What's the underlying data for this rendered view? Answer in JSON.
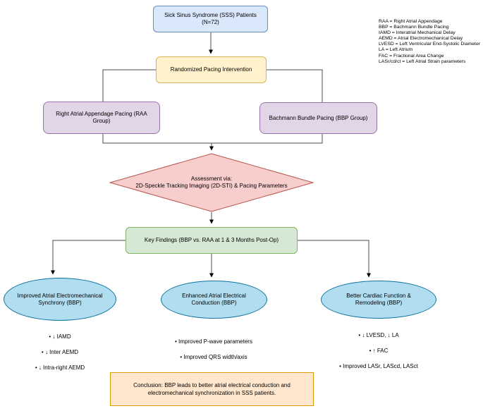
{
  "legend": {
    "lines": [
      "RAA = Right Atrial Appendage",
      "BBP = Bachmann Bundle Pacing",
      "IAMD = Interatrial Mechanical Delay",
      "AEMD = Atrial Electromechanical Delay",
      "LVESD = Left Ventricular End-Systolic Diameter",
      "LA = Left Atrium",
      "FAC = Fractional Area Change",
      "LASr/cd/ct = Left Atrial Strain parameters"
    ]
  },
  "nodes": {
    "patients": {
      "label": "Sick Sinus Syndrome (SSS) Patients\n(N=72)"
    },
    "intervention": {
      "label": "Randomized Pacing Intervention"
    },
    "raa_group": {
      "label": "Right Atrial Appendage Pacing (RAA\nGroup)"
    },
    "bbp_group": {
      "label": "Bachmann Bundle Pacing (BBP Group)"
    },
    "assessment": {
      "label": "Assessment via:\n2D-Speckle Tracking Imaging (2D-STI) & Pacing Parameters"
    },
    "key_findings": {
      "label": "Key Findings (BBP vs. RAA at 1 & 3 Months Post-Op)"
    },
    "outcome_synchrony": {
      "label": "Improved Atrial Electromechanical\nSynchrony (BBP)"
    },
    "outcome_conduction": {
      "label": "Enhanced Atrial Electrical\nConduction (BBP)"
    },
    "outcome_function": {
      "label": "Better Cardiac Function &\nRemodeling (BBP)"
    },
    "conclusion": {
      "label": "Conclusion: BBP leads to better atrial electrical conduction and\nelectromechanical synchronization in SSS patients."
    }
  },
  "findings": {
    "synchrony": {
      "items": [
        "• ↓ IAMD",
        "• ↓ Inter AEMD",
        "• ↓ Intra-right AEMD"
      ]
    },
    "conduction": {
      "items": [
        "• Improved P-wave parameters",
        "• Improved QRS width/axis"
      ]
    },
    "function": {
      "items": [
        "• ↓ LVESD, ↓ LA",
        "• ↑ FAC",
        "• Improved LASr, LAScd, LASct"
      ]
    }
  },
  "palette": {
    "patients_fill": "#dae8fc",
    "patients_stroke": "#6c8ebf",
    "intervention_fill": "#fff2cc",
    "intervention_stroke": "#d6b656",
    "group_fill": "#e1d5e7",
    "group_stroke": "#9673a6",
    "assessment_fill": "#f8cecc",
    "assessment_stroke": "#b85450",
    "findings_fill": "#d5e8d4",
    "findings_stroke": "#82b366",
    "outcome_fill": "#b1ddf0",
    "outcome_stroke": "#10739e",
    "conclusion_fill": "#ffe6cc",
    "conclusion_stroke": "#d79b00",
    "connector": "#4d4d4d"
  }
}
